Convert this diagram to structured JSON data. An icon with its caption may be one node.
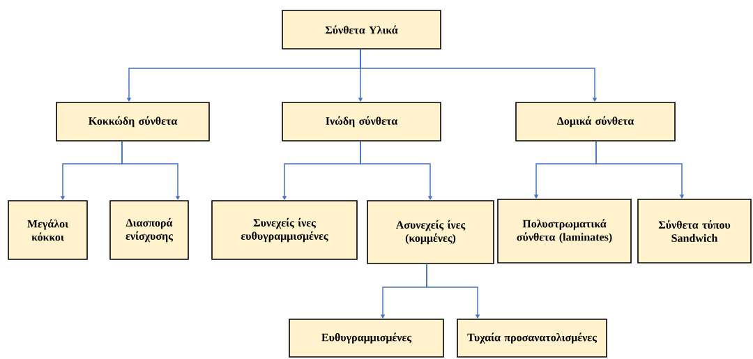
{
  "diagram": {
    "nodes": [
      {
        "text": [
          "Σύνθετα Υλικά"
        ]
      },
      {
        "text": [
          "Κοκκώδη σύνθετα"
        ]
      },
      {
        "text": [
          "Ινώδη σύνθετα"
        ]
      },
      {
        "text": [
          "Δομικά σύνθετα"
        ]
      },
      {
        "text": [
          "Μεγάλοι κόκκοι"
        ]
      },
      {
        "text": [
          "Διασπορά ενίσχυσης"
        ]
      },
      {
        "text": [
          "Συνεχείς ίνες ευθυγραμμισμένες"
        ]
      },
      {
        "text": [
          "Ασυνεχείς ίνες (κομμένες)"
        ]
      },
      {
        "text": [
          "Πολυστρωματικά σύνθετα (laminates)"
        ]
      },
      {
        "text": [
          "Σύνθετα τύπου Sandwich"
        ]
      },
      {
        "text": [
          "Ευθυγραμμισμένες"
        ]
      },
      {
        "text": [
          "Τυχαία προσανατολισμένες"
        ]
      }
    ],
    "edges": [
      {
        "from": 0,
        "to": 1,
        "arrow": "to"
      },
      {
        "from": 0,
        "to": 2,
        "arrow": "to"
      },
      {
        "from": 0,
        "to": 3,
        "arrow": "to"
      },
      {
        "from": 1,
        "to": 4,
        "arrow": "to"
      },
      {
        "from": 1,
        "to": 5,
        "arrow": "to"
      },
      {
        "from": 2,
        "to": 6,
        "arrow": "to"
      },
      {
        "from": 2,
        "to": 7,
        "arrow": "to"
      },
      {
        "from": 3,
        "to": 8,
        "arrow": "to"
      },
      {
        "from": 3,
        "to": 9,
        "arrow": "to"
      },
      {
        "from": 7,
        "to": 10,
        "arrow": "to"
      },
      {
        "from": 7,
        "to": 11,
        "arrow": "to"
      }
    ]
  }
}
